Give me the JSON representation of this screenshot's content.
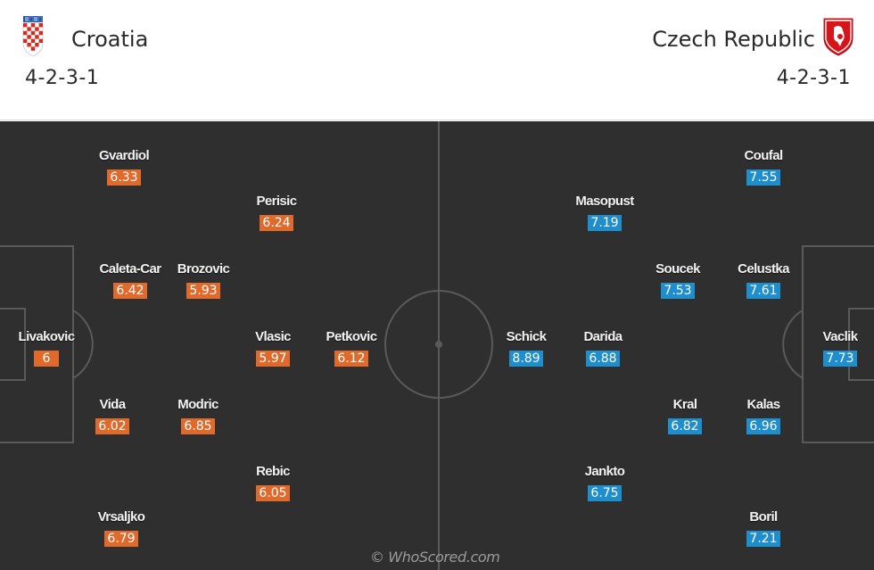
{
  "home": {
    "name": "Croatia",
    "formation": "4-2-3-1",
    "color": "#e06a2b",
    "crest": "croatia-crest-icon",
    "players": [
      {
        "name": "Gvardiol",
        "rating": "6.33"
      },
      {
        "name": "Perisic",
        "rating": "6.24"
      },
      {
        "name": "Caleta-Car",
        "rating": "6.42"
      },
      {
        "name": "Brozovic",
        "rating": "5.93"
      },
      {
        "name": "Livakovic",
        "rating": "6"
      },
      {
        "name": "Vlasic",
        "rating": "5.97"
      },
      {
        "name": "Petkovic",
        "rating": "6.12"
      },
      {
        "name": "Vida",
        "rating": "6.02"
      },
      {
        "name": "Modric",
        "rating": "6.85"
      },
      {
        "name": "Rebic",
        "rating": "6.05"
      },
      {
        "name": "Vrsaljko",
        "rating": "6.79"
      }
    ]
  },
  "away": {
    "name": "Czech Republic",
    "formation": "4-2-3-1",
    "color": "#1e8fcc",
    "crest": "czech-crest-icon",
    "players": [
      {
        "name": "Coufal",
        "rating": "7.55"
      },
      {
        "name": "Masopust",
        "rating": "7.19"
      },
      {
        "name": "Soucek",
        "rating": "7.53"
      },
      {
        "name": "Celustka",
        "rating": "7.61"
      },
      {
        "name": "Schick",
        "rating": "8.89"
      },
      {
        "name": "Darida",
        "rating": "6.88"
      },
      {
        "name": "Vaclik",
        "rating": "7.73"
      },
      {
        "name": "Kral",
        "rating": "6.82"
      },
      {
        "name": "Kalas",
        "rating": "6.96"
      },
      {
        "name": "Jankto",
        "rating": "6.75"
      },
      {
        "name": "Boril",
        "rating": "7.21"
      }
    ]
  },
  "watermark": "© WhoScored.com",
  "pitch_color": "#2f2f2f"
}
